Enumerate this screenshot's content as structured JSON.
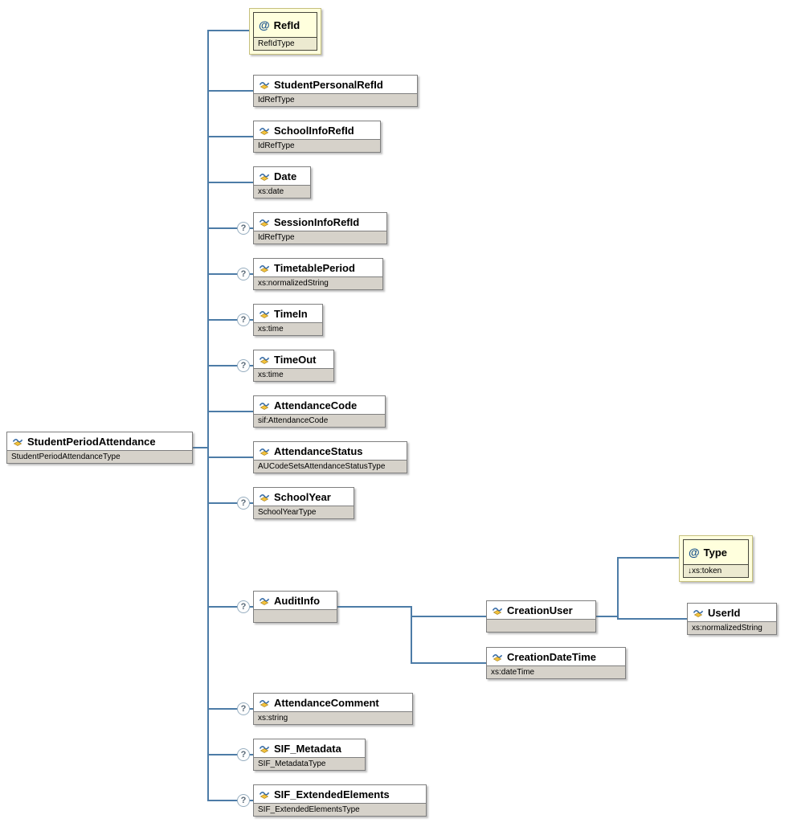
{
  "diagram": {
    "title": "StudentPeriodAttendance schema diagram",
    "connector_color": "#4d7ca7",
    "optional_marker": "?",
    "attribute_marker": "@",
    "root": {
      "label": "StudentPeriodAttendance",
      "type": "StudentPeriodAttendanceType"
    },
    "nodes": {
      "refId": {
        "label": "RefId",
        "type": "RefIdType",
        "kind": "attribute"
      },
      "studentPersonalRefId": {
        "label": "StudentPersonalRefId",
        "type": "IdRefType"
      },
      "schoolInfoRefId": {
        "label": "SchoolInfoRefId",
        "type": "IdRefType"
      },
      "date": {
        "label": "Date",
        "type": "xs:date"
      },
      "sessionInfoRefId": {
        "label": "SessionInfoRefId",
        "type": "IdRefType",
        "optional": true
      },
      "timetablePeriod": {
        "label": "TimetablePeriod",
        "type": "xs:normalizedString",
        "optional": true
      },
      "timeIn": {
        "label": "TimeIn",
        "type": "xs:time",
        "optional": true
      },
      "timeOut": {
        "label": "TimeOut",
        "type": "xs:time",
        "optional": true
      },
      "attendanceCode": {
        "label": "AttendanceCode",
        "type": "sif:AttendanceCode"
      },
      "attendanceStatus": {
        "label": "AttendanceStatus",
        "type": "AUCodeSetsAttendanceStatusType"
      },
      "schoolYear": {
        "label": "SchoolYear",
        "type": "SchoolYearType",
        "optional": true
      },
      "auditInfo": {
        "label": "AuditInfo",
        "type": "",
        "optional": true
      },
      "creationUser": {
        "label": "CreationUser",
        "type": ""
      },
      "typeAttr": {
        "label": "Type",
        "type": "↓xs:token",
        "kind": "attribute"
      },
      "userId": {
        "label": "UserId",
        "type": "xs:normalizedString"
      },
      "creationDateTime": {
        "label": "CreationDateTime",
        "type": "xs:dateTime"
      },
      "attendanceComment": {
        "label": "AttendanceComment",
        "type": "xs:string",
        "optional": true
      },
      "sifMetadata": {
        "label": "SIF_Metadata",
        "type": "SIF_MetadataType",
        "optional": true
      },
      "sifExtendedElements": {
        "label": "SIF_ExtendedElements",
        "type": "SIF_ExtendedElementsType",
        "optional": true
      }
    }
  }
}
